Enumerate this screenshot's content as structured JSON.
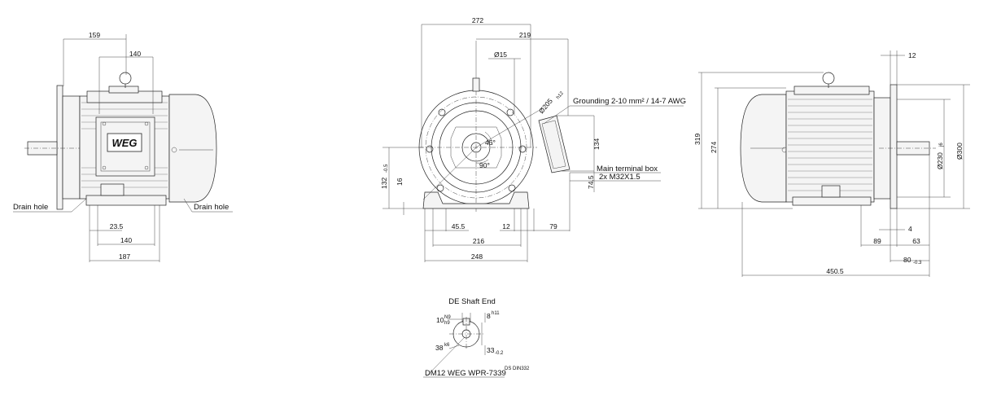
{
  "logo": {
    "text": "WEG"
  },
  "left_view": {
    "dims": {
      "d159": "159",
      "d140_top": "140",
      "d23_5": "23.5",
      "d140_bottom": "140",
      "d187": "187"
    },
    "labels": {
      "drain_left": "Drain hole",
      "drain_right": "Drain hole"
    }
  },
  "center_view": {
    "dims": {
      "d272": "272",
      "d219": "219",
      "d15": "Ø15",
      "d205": "Ø205",
      "d205_tol": "h12",
      "d134": "134",
      "d74_5": "74.5",
      "d132": "132",
      "d132_tol": "-0.5",
      "d16": "16",
      "d45_5": "45.5",
      "d12": "12",
      "d79": "79",
      "d216": "216",
      "d248": "248",
      "angle45": "45°",
      "angle90": "90°"
    },
    "labels": {
      "grounding": "Grounding 2-10 mm² / 14-7 AWG",
      "terminal_box": "Main terminal box",
      "terminal_box_thread": "2x M32X1.5"
    }
  },
  "right_view": {
    "dims": {
      "d12": "12",
      "d319": "319",
      "d274": "274",
      "d230": "Ø230",
      "d230_tol": "j6",
      "d300": "Ø300",
      "d4": "4",
      "d89": "89",
      "d63": "63",
      "d80": "80",
      "d80_tol": "-0.3",
      "d450_5": "450.5"
    }
  },
  "shaft_end": {
    "title": "DE Shaft End",
    "dims": {
      "d10": "10",
      "d10_tol_top": "N9",
      "d10_tol_bottom": "h9",
      "d8": "8",
      "d8_tol": "h11",
      "d38": "38",
      "d38_tol": "k6",
      "d33": "33",
      "d33_tol": "-0.2"
    },
    "labels": {
      "thread": "DM12 WEG WPR-7339",
      "standard": "DS DIN332"
    }
  }
}
